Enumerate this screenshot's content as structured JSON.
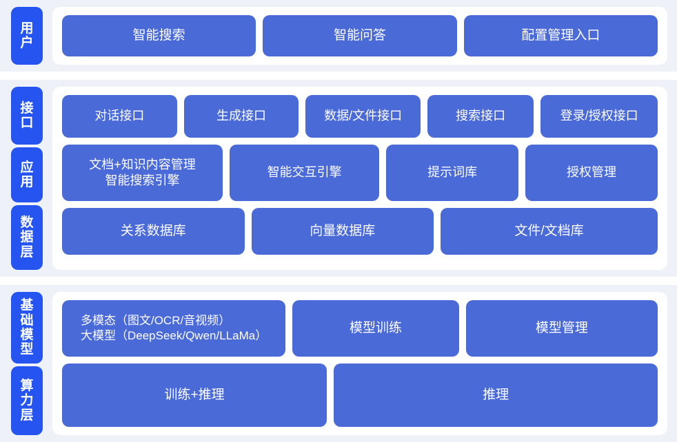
{
  "colors": {
    "page_background": "#ffffff",
    "band_background": "#eef2f8",
    "card_background": "#ffffff",
    "layer_tab": "#2554f0",
    "node": "#4a6ad8",
    "node_text": "#ffffff"
  },
  "sections": {
    "users": {
      "layers": [
        {
          "label": "用户"
        }
      ],
      "rows": [
        {
          "nodes": [
            {
              "label": "智能搜索",
              "flex": 1
            },
            {
              "label": "智能问答",
              "flex": 1
            },
            {
              "label": "配置管理入口",
              "flex": 1
            }
          ]
        }
      ]
    },
    "middle": {
      "layers": [
        {
          "label": "接口"
        },
        {
          "label": "应用"
        },
        {
          "label": "数据层"
        }
      ],
      "rows": [
        {
          "nodes": [
            {
              "label": "对话接口",
              "flex": 1
            },
            {
              "label": "生成接口",
              "flex": 1
            },
            {
              "label": "数据/文件接口",
              "flex": 1
            },
            {
              "label": "搜索接口",
              "flex": 0.92
            },
            {
              "label": "登录/授权接口",
              "flex": 1.02
            }
          ]
        },
        {
          "nodes": [
            {
              "label": "文档+知识内容管理\n智能搜索引擎",
              "flex": 1.13
            },
            {
              "label": "智能交互引擎",
              "flex": 1.05
            },
            {
              "label": "提示词库",
              "flex": 0.92
            },
            {
              "label": "授权管理",
              "flex": 0.92
            }
          ]
        },
        {
          "nodes": [
            {
              "label": "关系数据库",
              "flex": 1
            },
            {
              "label": "向量数据库",
              "flex": 1
            },
            {
              "label": "文件/文档库",
              "flex": 1.2
            }
          ]
        }
      ]
    },
    "infra": {
      "layers": [
        {
          "label": "基础模型"
        },
        {
          "label": "算力层"
        }
      ],
      "rows": [
        {
          "nodes": [
            {
              "label": "多模态（图文/OCR/音视频）\n大模型（DeepSeek/Qwen/LLaMa）",
              "flex": 1.36
            },
            {
              "label": "模型训练",
              "flex": 1
            },
            {
              "label": "模型管理",
              "flex": 1.16
            }
          ]
        },
        {
          "nodes": [
            {
              "label": "训练+推理",
              "flex": 1
            },
            {
              "label": "推理",
              "flex": 1.23
            }
          ]
        }
      ]
    }
  }
}
